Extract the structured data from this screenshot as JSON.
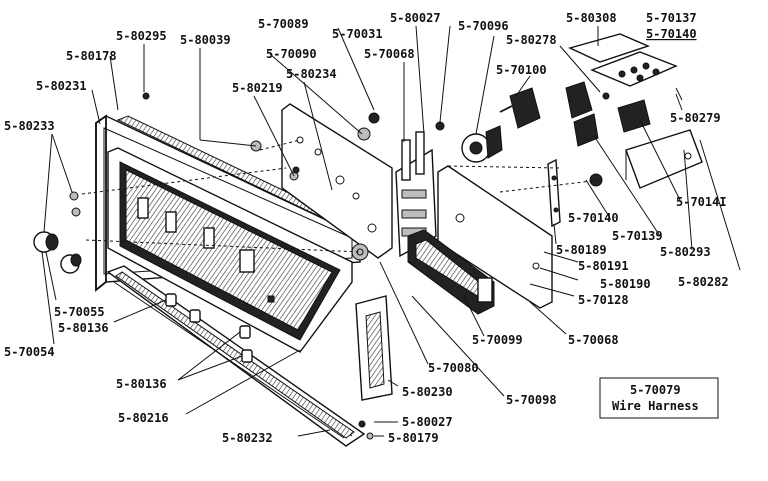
{
  "diagram": {
    "part_labels": [
      "5-80295",
      "5-80178",
      "5-80231",
      "5-80233",
      "5-80039",
      "5-80219",
      "5-70089",
      "5-70090",
      "5-80234",
      "5-70031",
      "5-70068",
      "5-80027",
      "5-70096",
      "5-70100",
      "5-80308",
      "5-70137",
      "5-70140",
      "5-80278",
      "5-80279",
      "5-7014I",
      "5-70139",
      "5-70140",
      "5-80293",
      "5-80282",
      "5-80189",
      "5-80191",
      "5-80190",
      "5-70128",
      "5-70068",
      "5-70099",
      "5-70080",
      "5-80230",
      "5-70098",
      "5-70055",
      "5-80136",
      "5-70054",
      "5-80136",
      "5-80216",
      "5-80232",
      "5-80027",
      "5-80179"
    ],
    "callout": {
      "part_number": "5-70079",
      "caption": "Wire Harness"
    }
  }
}
